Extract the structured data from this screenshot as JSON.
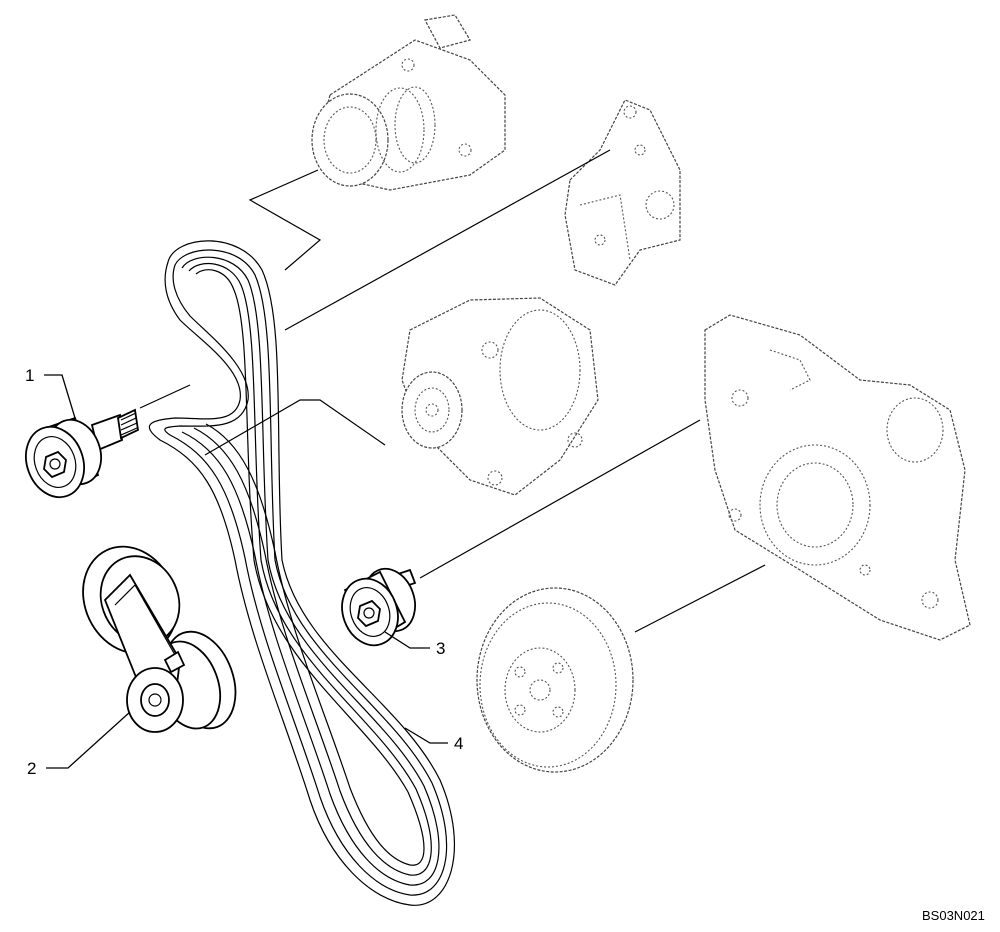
{
  "drawing_id": "BS03N021",
  "callouts": {
    "idler_pulley": "1",
    "belt_tensioner": "2",
    "idler_pulley_lower": "3",
    "drive_belt": "4"
  },
  "colors": {
    "line": "#000000",
    "background": "#ffffff"
  }
}
